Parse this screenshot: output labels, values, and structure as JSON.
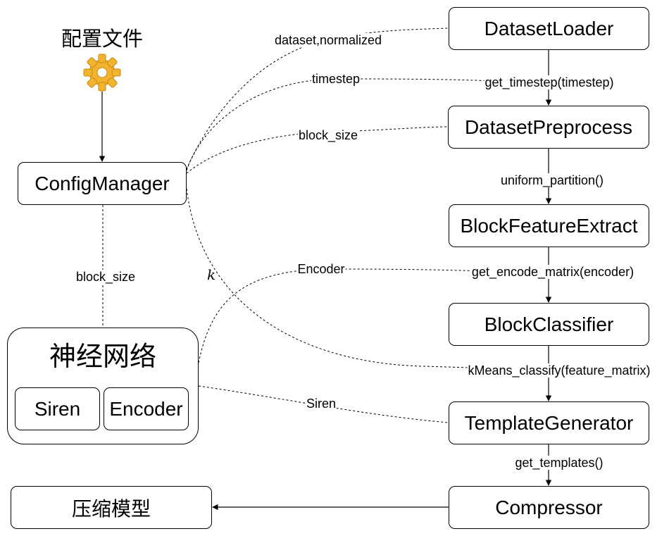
{
  "config_file": {
    "label": "配置文件",
    "icon": "gear-icon"
  },
  "nodes": {
    "config_manager": "ConfigManager",
    "dataset_loader": "DatasetLoader",
    "dataset_preprocess": "DatasetPreprocess",
    "block_feature_extract": "BlockFeatureExtract",
    "block_classifier": "BlockClassifier",
    "template_generator": "TemplateGenerator",
    "compressor": "Compressor",
    "compressed_model": "压缩模型"
  },
  "neural_net": {
    "title": "神经网络",
    "siren": "Siren",
    "encoder": "Encoder"
  },
  "edge_labels": {
    "dataset_normalized": "dataset,normalized",
    "timestep": "timestep",
    "get_timestep": "get_timestep(timestep)",
    "block_size_preprocess": "block_size",
    "uniform_partition": "uniform_partition()",
    "block_size_manager": "block_size",
    "k": "k",
    "encoder": "Encoder",
    "get_encode_matrix": "get_encode_matrix(encoder)",
    "kmeans_classify": "kMeans_classify(feature_matrix)",
    "siren": "Siren",
    "get_templates": "get_templates()"
  },
  "colors": {
    "line": "#000000",
    "gear": "#f2b32e"
  }
}
